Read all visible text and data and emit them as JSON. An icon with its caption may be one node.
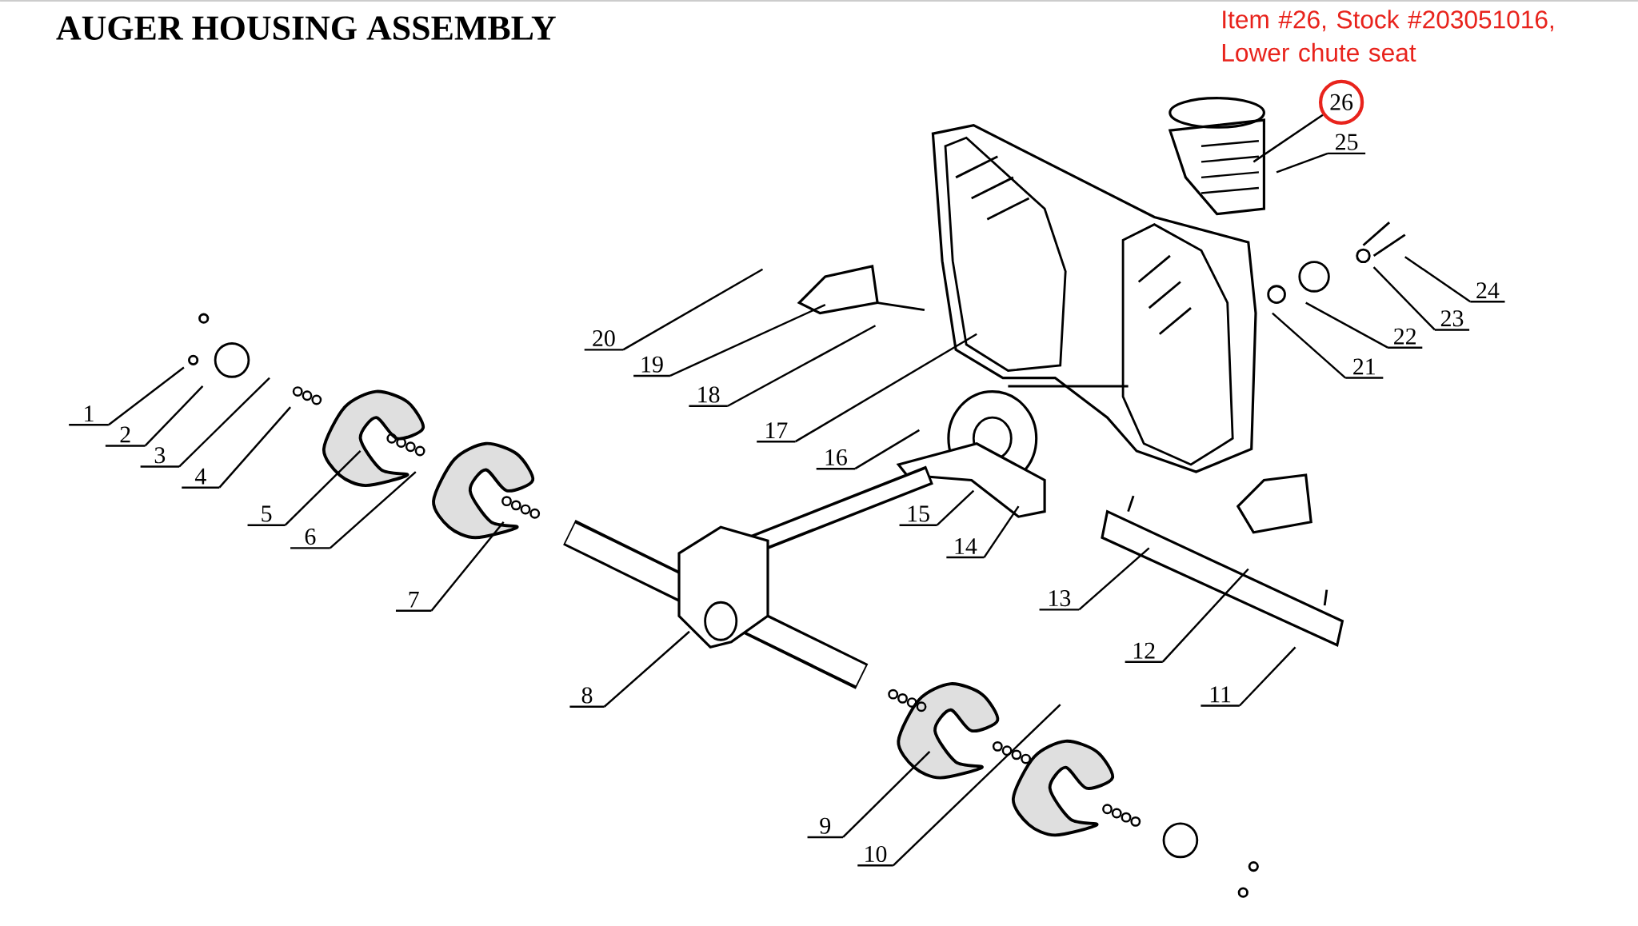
{
  "diagram": {
    "title": "AUGER HOUSING ASSEMBLY",
    "nodes": [
      {
        "text": [
          "1"
        ]
      },
      {
        "text": [
          "2"
        ]
      },
      {
        "text": [
          "3"
        ]
      },
      {
        "text": [
          "4"
        ]
      },
      {
        "text": [
          "5"
        ]
      },
      {
        "text": [
          "6"
        ]
      },
      {
        "text": [
          "7"
        ]
      },
      {
        "text": [
          "8"
        ]
      },
      {
        "text": [
          "9"
        ]
      },
      {
        "text": [
          "10"
        ]
      },
      {
        "text": [
          "11"
        ]
      },
      {
        "text": [
          "12"
        ]
      },
      {
        "text": [
          "13"
        ]
      },
      {
        "text": [
          "14"
        ]
      },
      {
        "text": [
          "15"
        ]
      },
      {
        "text": [
          "16"
        ]
      },
      {
        "text": [
          "17"
        ]
      },
      {
        "text": [
          "18"
        ]
      },
      {
        "text": [
          "19"
        ]
      },
      {
        "text": [
          "20"
        ]
      },
      {
        "text": [
          "21"
        ]
      },
      {
        "text": [
          "22"
        ]
      },
      {
        "text": [
          "23"
        ]
      },
      {
        "text": [
          "24"
        ]
      },
      {
        "text": [
          "25"
        ]
      },
      {
        "text": [
          "26"
        ]
      }
    ],
    "edges": [
      {
        "from": 0,
        "to": null,
        "arrow": "none"
      },
      {
        "from": 1,
        "to": null,
        "arrow": "none"
      },
      {
        "from": 2,
        "to": null,
        "arrow": "none"
      },
      {
        "from": 3,
        "to": null,
        "arrow": "none"
      },
      {
        "from": 4,
        "to": null,
        "arrow": "none"
      },
      {
        "from": 5,
        "to": null,
        "arrow": "none"
      },
      {
        "from": 6,
        "to": null,
        "arrow": "none"
      },
      {
        "from": 7,
        "to": null,
        "arrow": "none"
      },
      {
        "from": 8,
        "to": null,
        "arrow": "none"
      },
      {
        "from": 9,
        "to": null,
        "arrow": "none"
      },
      {
        "from": 10,
        "to": null,
        "arrow": "none"
      },
      {
        "from": 11,
        "to": null,
        "arrow": "none"
      },
      {
        "from": 12,
        "to": null,
        "arrow": "none"
      },
      {
        "from": 13,
        "to": null,
        "arrow": "none"
      },
      {
        "from": 14,
        "to": null,
        "arrow": "none"
      },
      {
        "from": 15,
        "to": null,
        "arrow": "none"
      },
      {
        "from": 16,
        "to": null,
        "arrow": "none"
      },
      {
        "from": 17,
        "to": null,
        "arrow": "none"
      },
      {
        "from": 18,
        "to": null,
        "arrow": "none"
      },
      {
        "from": 19,
        "to": null,
        "arrow": "none"
      },
      {
        "from": 20,
        "to": null,
        "arrow": "none"
      },
      {
        "from": 21,
        "to": null,
        "arrow": "none"
      },
      {
        "from": 22,
        "to": null,
        "arrow": "none"
      },
      {
        "from": 23,
        "to": null,
        "arrow": "none"
      },
      {
        "from": 24,
        "to": null,
        "arrow": "none"
      },
      {
        "from": 25,
        "to": null,
        "arrow": "none"
      }
    ],
    "labels": [
      "Item #26, Stock #203051016, Lower chute seat"
    ]
  }
}
